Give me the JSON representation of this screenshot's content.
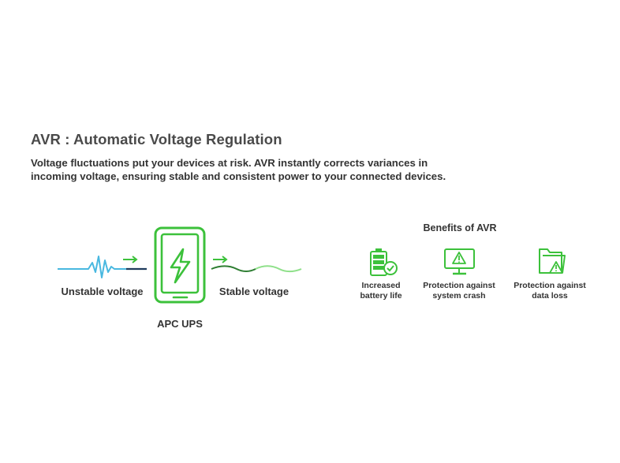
{
  "header": {
    "title": "AVR : Automatic Voltage Regulation",
    "description": "Voltage fluctuations put your devices at risk. AVR instantly corrects variances in incoming voltage, ensuring stable and consistent power to your connected devices."
  },
  "diagram": {
    "input_label": "Unstable voltage",
    "device_label": "APC UPS",
    "output_label": "Stable voltage"
  },
  "benefits": {
    "title": "Benefits of AVR",
    "items": [
      {
        "label": "Increased\nbattery life",
        "icon": "battery-check-icon"
      },
      {
        "label": "Protection against\nsystem crash",
        "icon": "monitor-warning-icon"
      },
      {
        "label": "Protection against\ndata loss",
        "icon": "folder-warning-icon"
      }
    ]
  },
  "colors": {
    "green": "#3cc13b",
    "light_green": "#8fe08a",
    "dark_green": "#2e7d32",
    "blue": "#49b8e0",
    "navy": "#1f3b5c",
    "text": "#333333"
  }
}
